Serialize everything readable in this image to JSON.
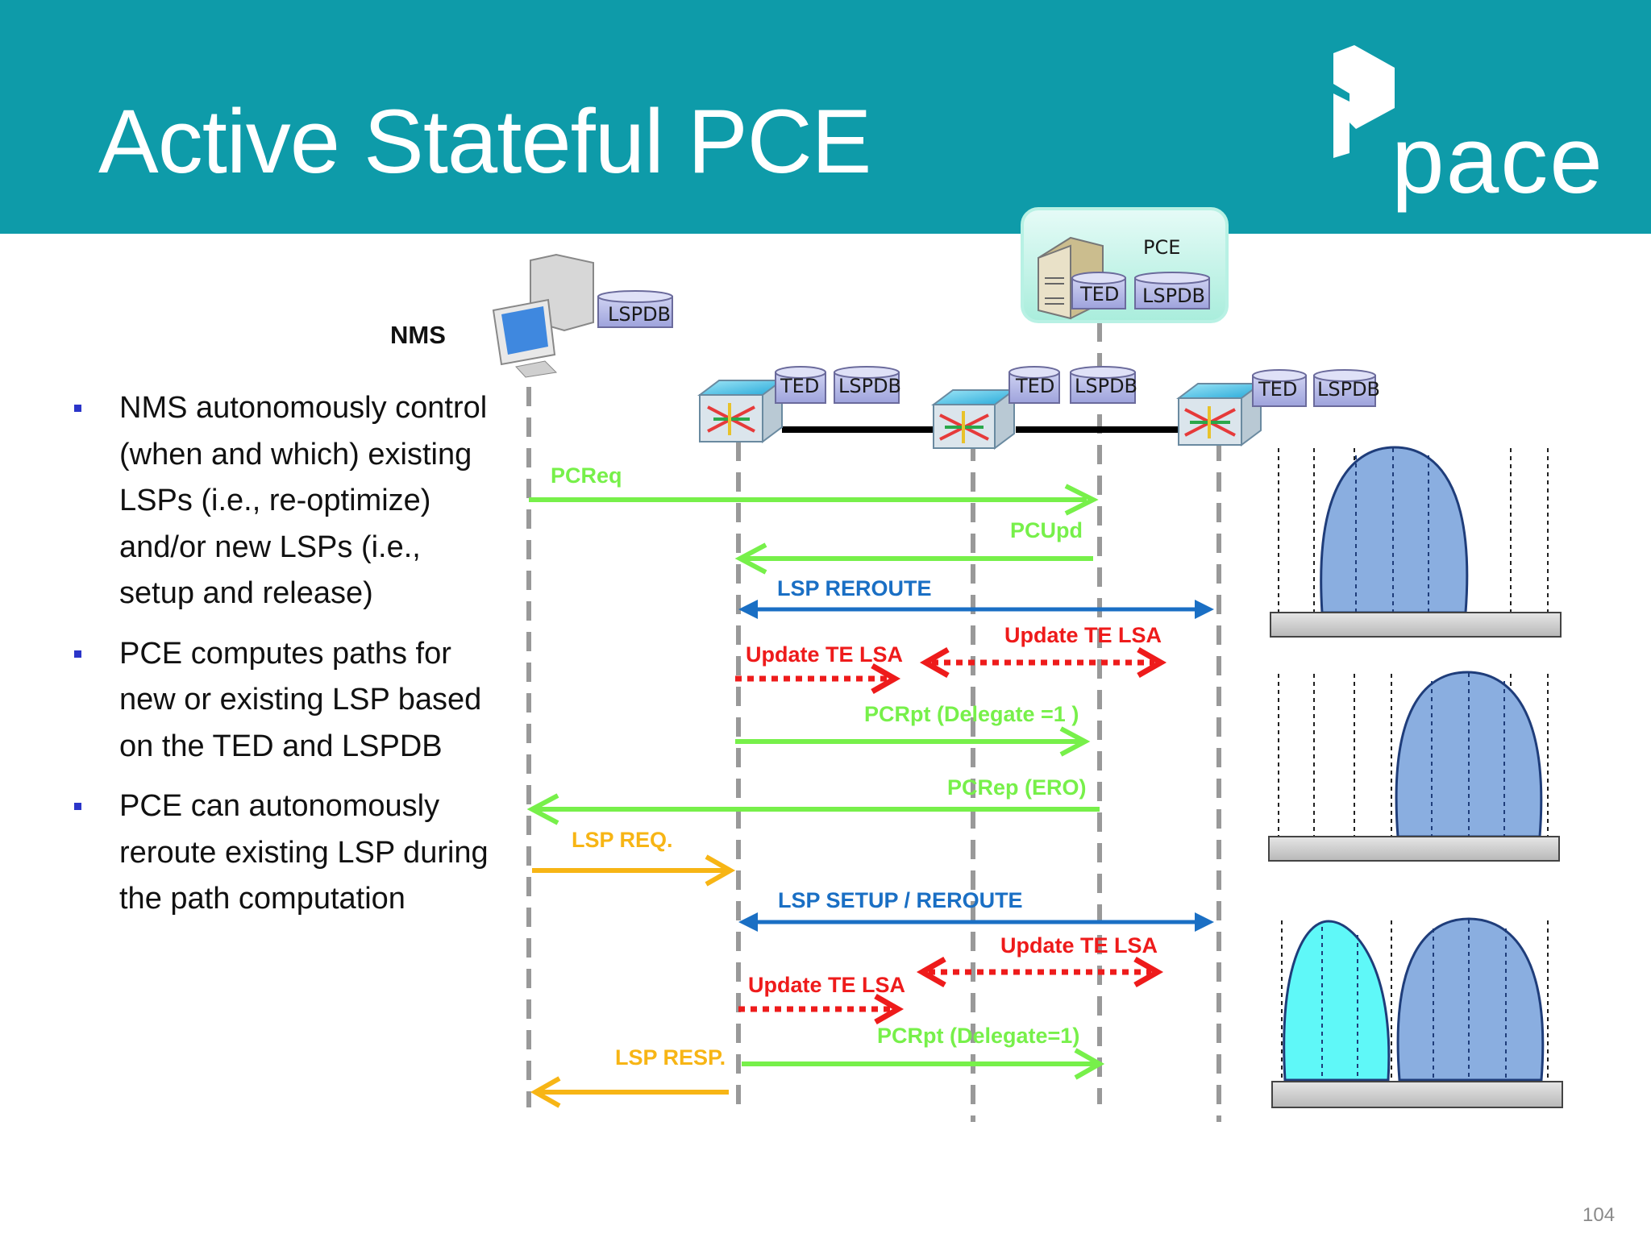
{
  "title": "Active Stateful PCE",
  "logo": {
    "text": "pace"
  },
  "bullets": [
    "NMS autonomously control (when and which)  existing LSPs (i.e., re-optimize) and/or new LSPs (i.e., setup and release)",
    "PCE computes paths for new or existing LSP based on the TED and LSPDB",
    "PCE can autonomously reroute existing LSP during the path computation"
  ],
  "nms": {
    "label": "NMS",
    "db": "LSPDB"
  },
  "pce": {
    "label": "PCE",
    "ted": "TED",
    "lspdb": "LSPDB"
  },
  "routers": [
    {
      "ted": "TED",
      "lspdb": "LSPDB"
    },
    {
      "ted": "TED",
      "lspdb": "LSPDB"
    },
    {
      "ted": "TED",
      "lspdb": "LSPDB"
    }
  ],
  "messages": {
    "pcreq": "PCReq",
    "pcupd": "PCUpd",
    "lsp_reroute": "LSP REROUTE",
    "update_te_lsa_1a": "Update TE LSA",
    "update_te_lsa_1b": "Update TE LSA",
    "pcrpt_1": "PCRpt (Delegate =1 )",
    "pcrep": "PCRep (ERO)",
    "lsp_req": "LSP REQ.",
    "lsp_setup_reroute": "LSP SETUP / REROUTE",
    "update_te_lsa_2a": "Update TE LSA",
    "update_te_lsa_2b": "Update TE LSA",
    "pcrpt_2": "PCRpt (Delegate=1)",
    "lsp_resp": "LSP RESP."
  },
  "colors": {
    "header": "#0e9ba9",
    "green": "#77f04a",
    "blue": "#1a6fc4",
    "red": "#ee1b1b",
    "orange": "#f7b515",
    "bullet": "#2b35c9",
    "spectrum_blue": "#8aaee0",
    "spectrum_cyan": "#5ff8f8"
  },
  "page_number": "104"
}
